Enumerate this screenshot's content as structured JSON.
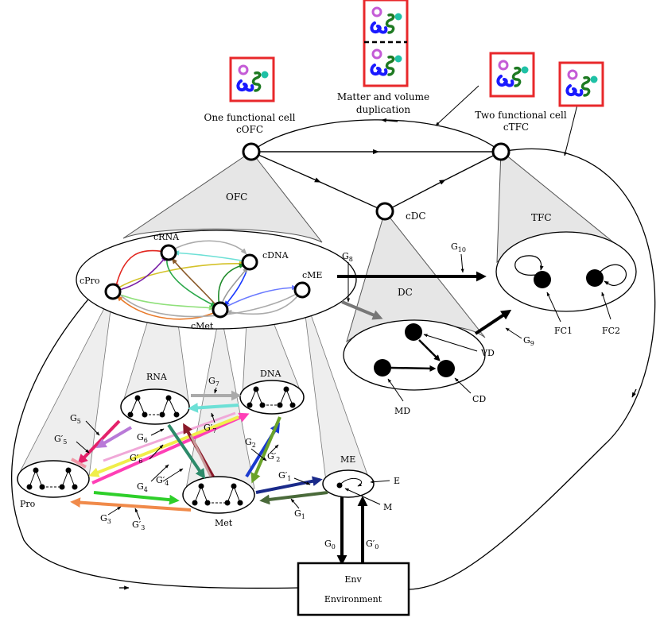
{
  "top_nodes": {
    "cofc_title": "One functional cell",
    "cofc": "cOFC",
    "dup_title_1": "Matter and volume",
    "dup_title_2": "duplication",
    "ctfc_title": "Two functional cell",
    "ctfc": "cTFC",
    "cdc": "cDC"
  },
  "cones": {
    "ofc": "OFC",
    "tfc": "TFC",
    "dc": "DC"
  },
  "inner_nodes": {
    "crna": "cRNA",
    "cdna": "cDNA",
    "cpro": "cPro",
    "cme": "cME",
    "cmet": "cMet"
  },
  "modules": {
    "rna": "RNA",
    "dna": "DNA",
    "pro": "Pro",
    "met": "Met",
    "me": "ME"
  },
  "points": {
    "fc1": "FC1",
    "fc2": "FC2",
    "vd": "VD",
    "md": "MD",
    "cd": "CD",
    "e": "E",
    "m": "M"
  },
  "edges": {
    "g10": {
      "base": "G",
      "sub": "10"
    },
    "g8": {
      "base": "G",
      "sub": "8"
    },
    "g9": {
      "base": "G",
      "sub": "9"
    },
    "g7": {
      "base": "G",
      "sub": "7"
    },
    "g7p": {
      "base": "G′",
      "sub": "7"
    },
    "g5": {
      "base": "G",
      "sub": "5"
    },
    "g5p": {
      "base": "G′",
      "sub": "5"
    },
    "g6": {
      "base": "G",
      "sub": "6"
    },
    "g6p": {
      "base": "G′",
      "sub": "6"
    },
    "g4": {
      "base": "G",
      "sub": "4"
    },
    "g4p": {
      "base": "G′",
      "sub": "4"
    },
    "g2": {
      "base": "G",
      "sub": "2"
    },
    "g2p": {
      "base": "G′",
      "sub": "2"
    },
    "g1p": {
      "base": "G′",
      "sub": "1"
    },
    "g1": {
      "base": "G",
      "sub": "1"
    },
    "g3": {
      "base": "G",
      "sub": "3"
    },
    "g3p": {
      "base": "G′",
      "sub": "3"
    },
    "g0": {
      "base": "G",
      "sub": "0"
    },
    "g0p": {
      "base": "G′",
      "sub": "0"
    }
  },
  "env": {
    "short": "Env",
    "long": "Environment"
  },
  "colors": {
    "cell_box": "#e8282b",
    "molecule_ring": "#c45bd6",
    "molecule_dot": "#1fc1a6",
    "molecule_blue": "#1a1aff",
    "molecule_green": "#1e7a22",
    "cone_fill": "#e6e6e6"
  }
}
